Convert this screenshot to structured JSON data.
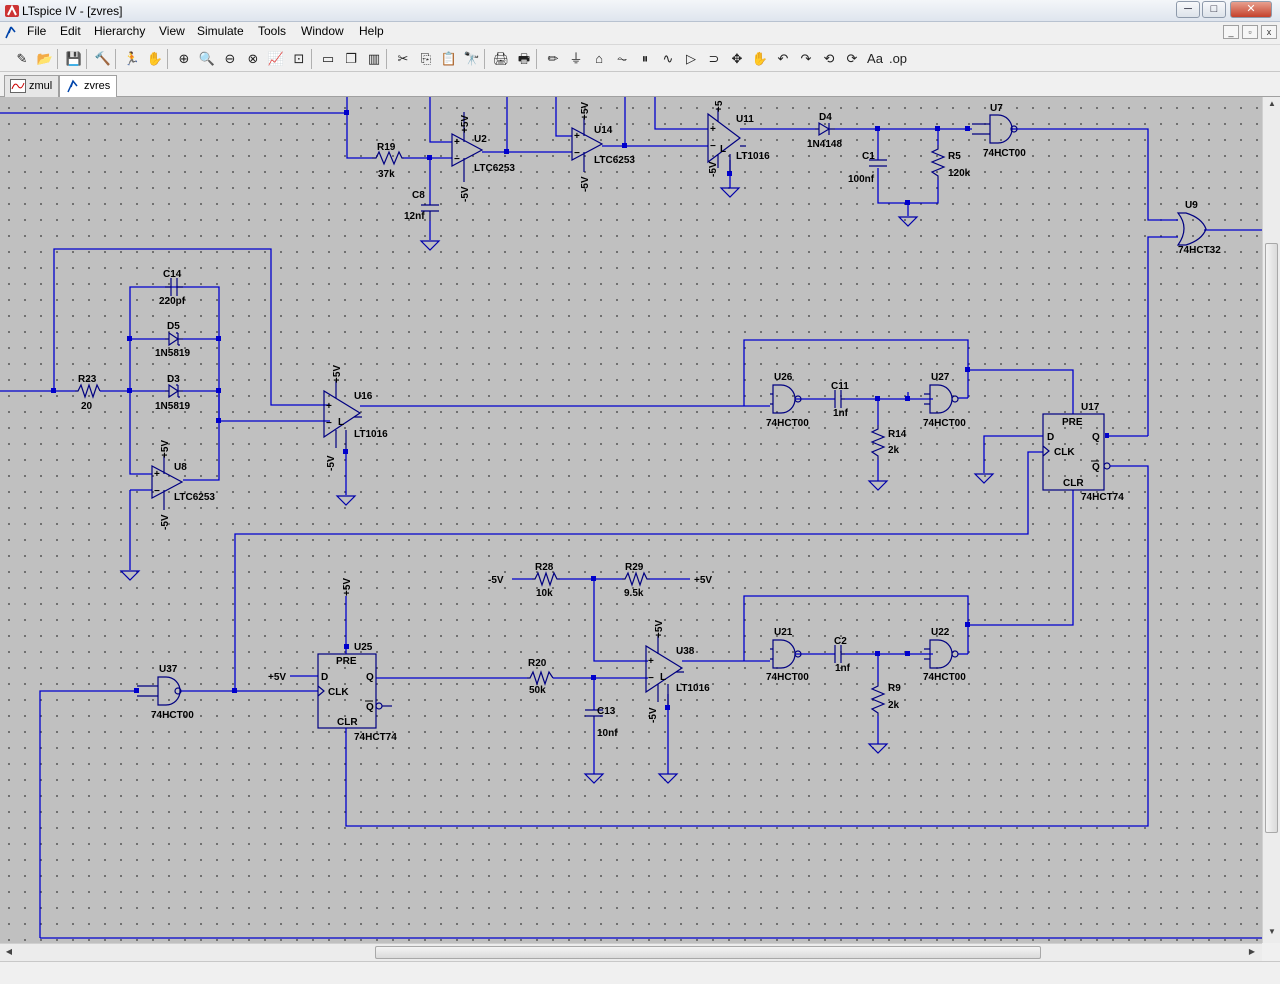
{
  "window": {
    "title": "LTspice IV - [zvres]",
    "minimize": "─",
    "maximize": "□",
    "close": "✕"
  },
  "menu": [
    "File",
    "Edit",
    "Hierarchy",
    "View",
    "Simulate",
    "Tools",
    "Window",
    "Help"
  ],
  "mdi_buttons": [
    "_",
    "▫",
    "x"
  ],
  "toolbar_icons": [
    "new-schematic-icon",
    "open-icon",
    "save-icon",
    "control-panel-icon",
    "run-icon",
    "halt-icon",
    "zoom-in-icon",
    "zoom-pan-icon",
    "zoom-out-icon",
    "zoom-cancel-icon",
    "autorange-icon",
    "zoom-fit-icon",
    "tile-horizontal-icon",
    "cascade-icon",
    "tile-vertical-icon",
    "cut-icon",
    "copy-icon",
    "paste-icon",
    "find-icon",
    "print-setup-icon",
    "print-icon",
    "draw-wire-icon",
    "ground-icon",
    "label-icon",
    "resistor-icon",
    "capacitor-icon",
    "inductor-icon",
    "diode-icon",
    "component-icon",
    "move-icon",
    "drag-icon",
    "undo-icon",
    "redo-icon",
    "rotate-icon",
    "mirror-icon",
    "text-icon",
    "spice-directive-icon"
  ],
  "toolbar_glyphs": [
    "✎",
    "📂",
    "💾",
    "🔨",
    "🏃",
    "✋",
    "⊕",
    "🔍",
    "⊖",
    "⊗",
    "📈",
    "⊡",
    "▭",
    "❐",
    "▥",
    "✂",
    "⎘",
    "📋",
    "🔭",
    "🖨",
    "🖶",
    "✏",
    "⏚",
    "⌂",
    "⏦",
    "⏸",
    "∿",
    "▷",
    "⊃",
    "✥",
    "✋",
    "↶",
    "↷",
    "⟲",
    "⟳",
    "Aa",
    ".op"
  ],
  "tabs": [
    {
      "label": "zmul",
      "active": false
    },
    {
      "label": "zvres",
      "active": true
    }
  ],
  "schematic": {
    "labels": {
      "R19": "R19",
      "R19v": "37k",
      "C8": "C8",
      "C8v": "12nf",
      "U2": "U2",
      "U2t": "LTC6253",
      "U14": "U14",
      "U14t": "LTC6253",
      "U11": "U11",
      "U11t": "LT1016",
      "D4": "D4",
      "D4t": "1N4148",
      "C1": "C1",
      "C1v": "100nf",
      "R5": "R5",
      "R5v": "120k",
      "U7": "U7",
      "U7t": "74HCT00",
      "U9": "U9",
      "U9t": "74HCT32",
      "C14": "C14",
      "C14v": "220pf",
      "D5": "D5",
      "D5t": "1N5819",
      "D3": "D3",
      "D3t": "1N5819",
      "R23": "R23",
      "R23v": "20",
      "U8": "U8",
      "U8t": "LTC6253",
      "U16": "U16",
      "U16t": "LT1016",
      "U26": "U26",
      "U26t": "74HCT00",
      "C11": "C11",
      "C11v": "1nf",
      "U27": "U27",
      "U27t": "74HCT00",
      "R14": "R14",
      "R14v": "2k",
      "U17": "U17",
      "U17t": "74HCT74",
      "R28": "R28",
      "R28v": "10k",
      "R29": "R29",
      "R29v": "9.5k",
      "R20": "R20",
      "R20v": "50k",
      "C13": "C13",
      "C13v": "10nf",
      "U38": "U38",
      "U38t": "LT1016",
      "U21": "U21",
      "U21t": "74HCT00",
      "C2": "C2",
      "C2v": "1nf",
      "U22": "U22",
      "U22t": "74HCT00",
      "R9": "R9",
      "R9v": "2k",
      "U25": "U25",
      "U25t": "74HCT74",
      "U37": "U37",
      "U37t": "74HCT00",
      "p5": "+5V",
      "m5": "-5V",
      "p5s": "+5",
      "PRE": "PRE",
      "CLR": "CLR",
      "D": "D",
      "CLK": "CLK",
      "Q": "Q",
      "QB": "Q",
      "L": "L"
    }
  }
}
